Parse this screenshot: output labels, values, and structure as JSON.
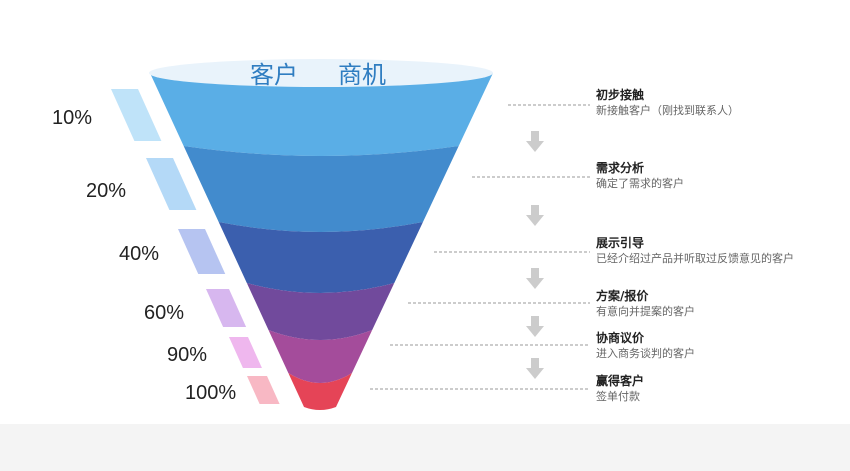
{
  "header": {
    "left_label": "客户",
    "right_label": "商机"
  },
  "percentages": [
    "10%",
    "20%",
    "40%",
    "60%",
    "90%",
    "100%"
  ],
  "stages": [
    {
      "title": "初步接触",
      "desc": "新接触客户（刚找到联系人）"
    },
    {
      "title": "需求分析",
      "desc": "确定了需求的客户"
    },
    {
      "title": "展示引导",
      "desc": "已经介绍过产品并听取过反馈意见的客户"
    },
    {
      "title": "方案/报价",
      "desc": "有意向并提案的客户"
    },
    {
      "title": "协商议价",
      "desc": "进入商务谈判的客户"
    },
    {
      "title": "赢得客户",
      "desc": "签单付款"
    }
  ],
  "colors": {
    "layers": [
      "#5aaee6",
      "#428bcd",
      "#3b5fae",
      "#714a9c",
      "#a44c9b",
      "#e54457"
    ],
    "stripes": [
      "#bfe3f9",
      "#b4d9f7",
      "#b6c4f1",
      "#d7b7ef",
      "#efb7ee",
      "#f8b8c4"
    ],
    "arrow": "#cccccc",
    "dashed_line": "#999999"
  },
  "icons": [
    "down-arrow-icon"
  ]
}
